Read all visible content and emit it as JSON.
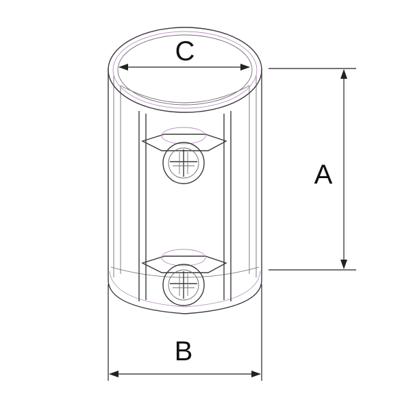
{
  "diagram": {
    "labels": {
      "height": "A",
      "outer_diameter": "B",
      "inner_diameter": "C"
    },
    "colors": {
      "line": "#3a3a3a",
      "accent": "#b58fc0",
      "dimension": "#222222"
    }
  }
}
